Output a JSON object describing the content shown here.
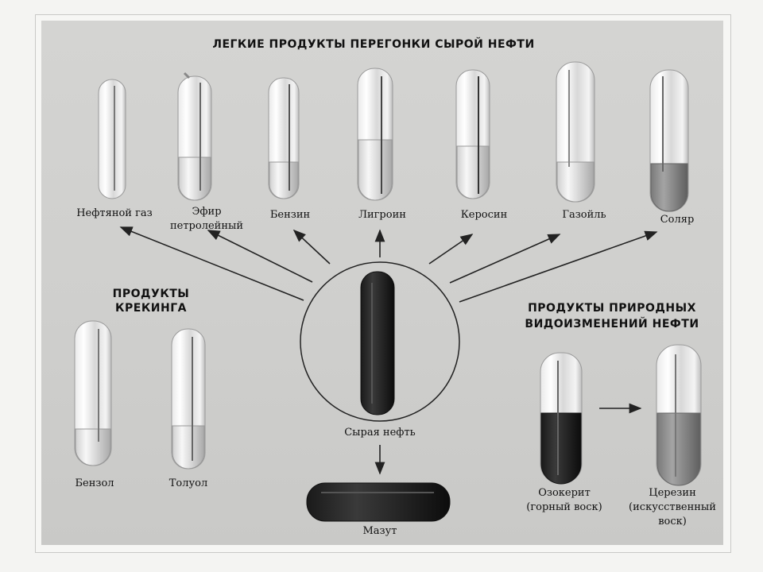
{
  "title": "ЛЕГКИЕ ПРОДУКТЫ ПЕРЕГОНКИ СЫРОЙ НЕФТИ",
  "distillates": [
    {
      "label": "Нефтяной газ"
    },
    {
      "label_line1": "Эфир",
      "label_line2": "петролейный"
    },
    {
      "label": "Бензин"
    },
    {
      "label": "Лигроин"
    },
    {
      "label": "Керосин"
    },
    {
      "label": "Газойль"
    },
    {
      "label": "Соляр"
    }
  ],
  "cracking": {
    "heading_line1": "ПРОДУКТЫ",
    "heading_line2": "КРЕКИНГА",
    "items": [
      {
        "label": "Бензол"
      },
      {
        "label": "Толуол"
      }
    ]
  },
  "crude": {
    "label": "Сырая нефть"
  },
  "residue": {
    "label": "Мазут"
  },
  "natural": {
    "heading_line1": "ПРОДУКТЫ ПРИРОДНЫХ",
    "heading_line2": "ВИДОИЗМЕНЕНИЙ НЕФТИ",
    "items": [
      {
        "label_line1": "Озокерит",
        "label_line2": "(горный воск)"
      },
      {
        "label_line1": "Церезин",
        "label_line2": "(искусственный",
        "label_line3": "воск)"
      }
    ]
  }
}
